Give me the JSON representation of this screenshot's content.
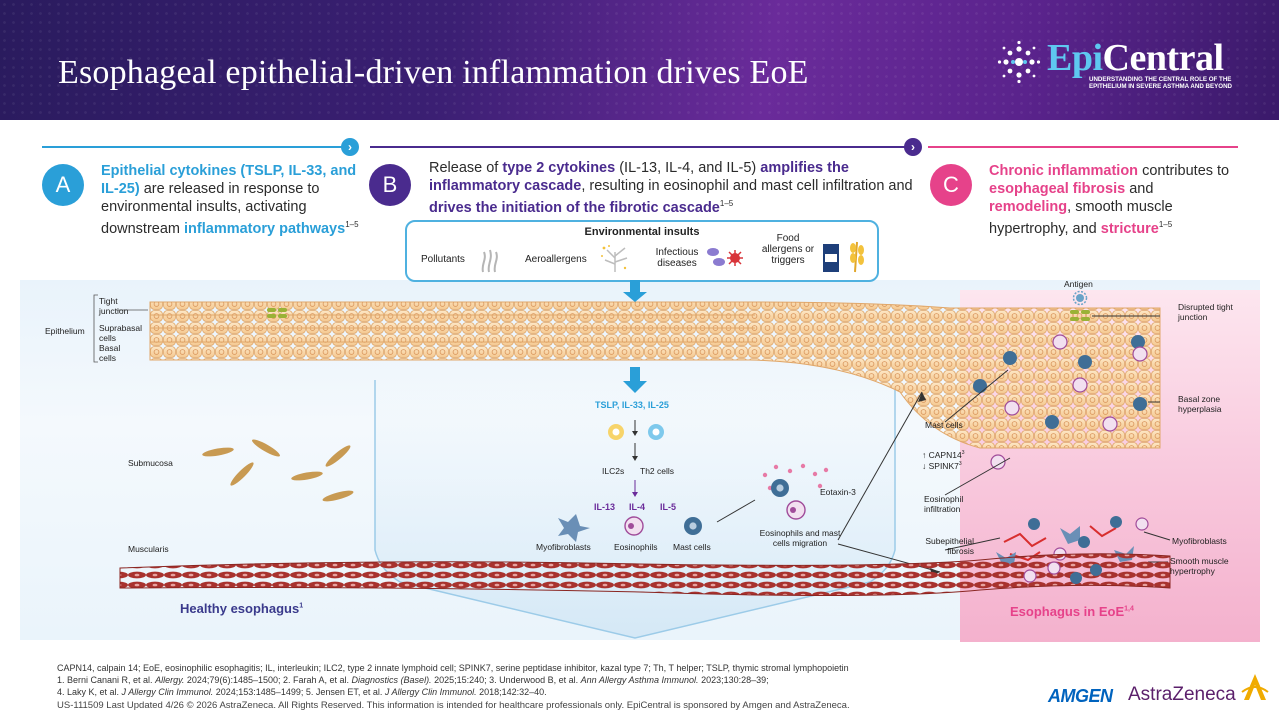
{
  "header": {
    "title": "Esophageal epithelial-driven inflammation drives EoE",
    "brand_epi": "Epi",
    "brand_central": "Central",
    "brand_tagline": "Understanding the central role of the epithelium in severe asthma and beyond"
  },
  "sections": {
    "a": {
      "badge": "A",
      "pre": "",
      "hl1": "Epithelial cytokines (TSLP, IL-33, and IL-25)",
      "mid1": " are released in response to environmental insults, activating downstream ",
      "hl2": "inflammatory pathways",
      "sup": "1–5"
    },
    "b": {
      "badge": "B",
      "pre": "Release of ",
      "hl1": "type 2 cytokines",
      "mid1": " (IL-13, IL-4, and IL-5) ",
      "hl2": "amplifies the inflammatory cascade",
      "mid2": ", resulting in eosinophil and mast cell infiltration and ",
      "hl3": "drives the initiation of the fibrotic cascade",
      "sup": "1–5"
    },
    "c": {
      "badge": "C",
      "hl1": "Chronic inflammation",
      "mid1": " contributes to ",
      "hl2": "esophageal fibrosis",
      "mid2": " and ",
      "hl3": "remodeling",
      "mid3": ", smooth muscle hypertrophy, and ",
      "hl4": "stricture",
      "sup": "1–5"
    }
  },
  "environment": {
    "title": "Environmental insults",
    "items": [
      "Pollutants",
      "Aeroallergens",
      "Infectious diseases",
      "Food allergens or triggers"
    ]
  },
  "layers": {
    "tight_junction": "Tight junction",
    "epithelium": "Epithelium",
    "suprabasal": "Suprabasal cells",
    "basal": "Basal cells",
    "submucosa": "Submucosa",
    "muscularis": "Muscularis"
  },
  "cascade": {
    "cytokines": "TSLP, IL-33, IL-25",
    "ilc2s": "ILC2s",
    "th2": "Th2 cells",
    "il13": "IL-13",
    "il4": "IL-4",
    "il5": "IL-5",
    "myofibroblasts": "Myofibroblasts",
    "eosinophils": "Eosinophils",
    "mast_cells": "Mast cells",
    "eotaxin": "Eotaxin-3",
    "migration": "Eosinophils and mast cells migration"
  },
  "eoe_labels": {
    "antigen": "Antigen",
    "disrupted": "Disrupted tight junction",
    "basal_zone": "Basal zone hyperplasia",
    "mast_cells": "Mast cells",
    "capn14": "↑ CAPN14",
    "capn14_sup": "3",
    "spink7": "↓ SPINK7",
    "spink7_sup": "3",
    "eos_infiltration": "Eosinophil infiltration",
    "subepithelial": "Subepithelial fibrosis",
    "myofibroblasts": "Myofibroblasts",
    "smooth_muscle": "Smooth muscle hypertrophy"
  },
  "bottom_labels": {
    "healthy": "Healthy esophagus",
    "healthy_sup": "1",
    "eoe": "Esophagus in EoE",
    "eoe_sup": "1,4"
  },
  "footer": {
    "abbrev": "CAPN14, calpain 14; EoE, eosinophilic esophagitis; IL, interleukin; ILC2, type 2 innate lymphoid cell; SPINK7, serine peptidase inhibitor, kazal type 7; Th, T helper; TSLP, thymic stromal lymphopoietin",
    "ref1a": "1. Berni Canani R, et al. ",
    "ref1b": "Allergy.",
    "ref1c": " 2024;79(6):1485–1500; 2. Farah A, et al. ",
    "ref1d": "Diagnostics (Basel).",
    "ref1e": " 2025;15:240; 3. Underwood B, et al. ",
    "ref1f": "Ann Allergy Asthma Immunol.",
    "ref1g": " 2023;130:28–39;",
    "ref2a": "4. Laky K, et al. ",
    "ref2b": "J Allergy Clin Immunol.",
    "ref2c": " 2024;153:1485–1499; 5. Jensen ET, et al. ",
    "ref2d": "J Allergy Clin Immunol.",
    "ref2e": " 2018;142:32–40.",
    "legal": "US-111509 Last Updated 4/26 © 2026 AstraZeneca. All Rights Reserved. This information is intended for healthcare professionals only. EpiCentral is sponsored by Amgen and AstraZeneca."
  },
  "sponsors": {
    "amgen": "AMGEN",
    "astrazeneca": "AstraZeneca"
  },
  "colors": {
    "blue": "#2a9fd8",
    "purple": "#4a2b8e",
    "pink": "#e6428a"
  }
}
